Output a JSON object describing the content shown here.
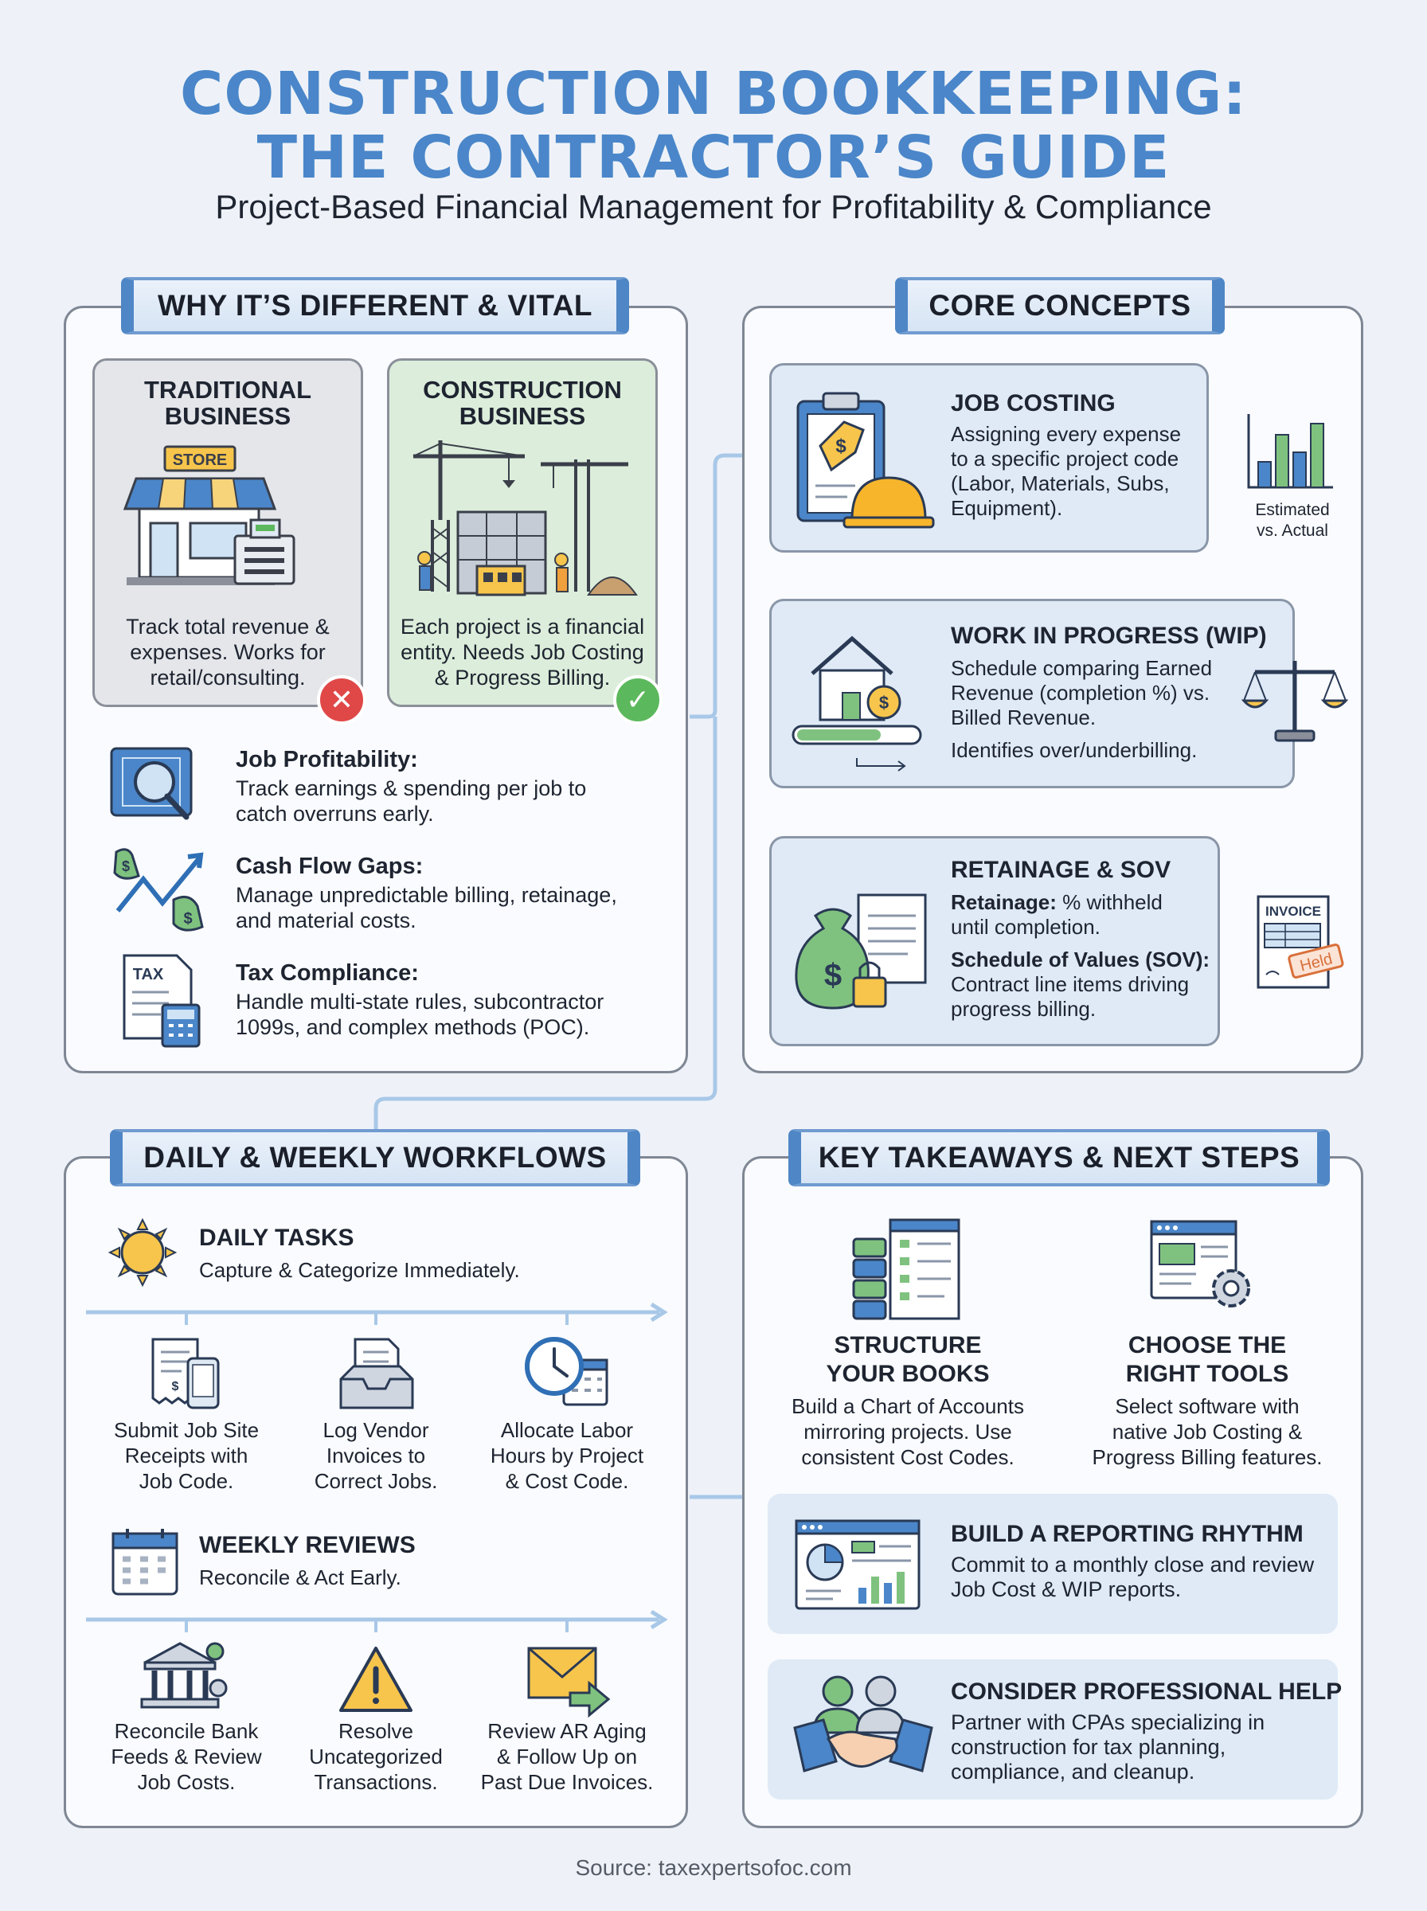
{
  "header": {
    "title_line1": "CONSTRUCTION BOOKKEEPING:",
    "title_line2": "THE CONTRACTOR’S GUIDE",
    "subtitle": "Project-Based Financial Management for Profitability & Compliance"
  },
  "why": {
    "tab": "WHY IT’S DIFFERENT & VITAL",
    "traditional": {
      "title_line1": "TRADITIONAL",
      "title_line2": "BUSINESS",
      "store_sign": "STORE",
      "text_line1": "Track total revenue &",
      "text_line2": "expenses. Works for",
      "text_line3": "retail/consulting.",
      "badge": "✕"
    },
    "construction": {
      "title_line1": "CONSTRUCTION",
      "title_line2": "BUSINESS",
      "text_line1": "Each project is a financial",
      "text_line2": "entity. Needs Job Costing",
      "text_line3": "& Progress Billing.",
      "badge": "✓"
    },
    "items": [
      {
        "title": "Job Profitability:",
        "line1": "Track earnings & spending per job to",
        "line2": "catch overruns early."
      },
      {
        "title": "Cash Flow Gaps:",
        "line1": "Manage unpredictable billing, retainage,",
        "line2": "and material costs."
      },
      {
        "title": "Tax Compliance:",
        "line1": "Handle multi-state rules, subcontractor",
        "line2": "1099s, and complex methods (POC)."
      }
    ],
    "tax_icon_label": "TAX"
  },
  "core": {
    "tab": "CORE CONCEPTS",
    "job_costing": {
      "title": "JOB COSTING",
      "line1": "Assigning every expense",
      "line2": "to a specific project code",
      "line3": "(Labor, Materials, Subs,",
      "line4": "Equipment).",
      "side_line1": "Estimated",
      "side_line2": "vs. Actual"
    },
    "wip": {
      "title": "WORK IN PROGRESS (WIP)",
      "line1": "Schedule comparing Earned",
      "line2": "Revenue (completion %) vs.",
      "line3": "Billed Revenue.",
      "line4": "Identifies over/underbilling.",
      "progress": 0.7
    },
    "retainage": {
      "title": "RETAINAGE & SOV",
      "ret_label": "Retainage:",
      "ret_line1": " % withheld",
      "ret_line2": "until completion.",
      "sov_label": "Schedule of Values (SOV):",
      "sov_line1": "Contract line items driving",
      "sov_line2": "progress billing.",
      "invoice_label": "INVOICE",
      "held_stamp": "Held"
    }
  },
  "workflows": {
    "tab": "DAILY & WEEKLY WORKFLOWS",
    "daily": {
      "title": "DAILY TASKS",
      "text": "Capture & Categorize Immediately.",
      "items": [
        {
          "l1": "Submit Job Site",
          "l2": "Receipts with",
          "l3": "Job Code."
        },
        {
          "l1": "Log Vendor",
          "l2": "Invoices to",
          "l3": "Correct Jobs."
        },
        {
          "l1": "Allocate Labor",
          "l2": "Hours by Project",
          "l3": "& Cost Code."
        }
      ]
    },
    "weekly": {
      "title": "WEEKLY REVIEWS",
      "text": "Reconcile & Act Early.",
      "items": [
        {
          "l1": "Reconcile Bank",
          "l2": "Feeds & Review",
          "l3": "Job Costs."
        },
        {
          "l1": "Resolve",
          "l2": "Uncategorized",
          "l3": "Transactions."
        },
        {
          "l1": "Review AR Aging",
          "l2": "& Follow Up on",
          "l3": "Past Due Invoices."
        }
      ]
    }
  },
  "takeaways": {
    "tab": "KEY TAKEAWAYS & NEXT STEPS",
    "structure": {
      "t1": "STRUCTURE",
      "t2": "YOUR BOOKS",
      "l1": "Build a Chart of Accounts",
      "l2": "mirroring projects. Use",
      "l3": "consistent Cost Codes."
    },
    "tools": {
      "t1": "CHOOSE THE",
      "t2": "RIGHT TOOLS",
      "l1": "Select software with",
      "l2": "native Job Costing &",
      "l3": "Progress Billing features."
    },
    "reporting": {
      "title": "BUILD A REPORTING RHYTHM",
      "l1": "Commit to a monthly close and review",
      "l2": "Job Cost & WIP reports."
    },
    "professional": {
      "title": "CONSIDER PROFESSIONAL HELP",
      "l1": "Partner with CPAs specializing in",
      "l2": "construction for tax planning,",
      "l3": "compliance, and cleanup."
    }
  },
  "footer": {
    "source": "Source: taxexpertsofoc.com"
  },
  "colors": {
    "accent": "#4a86c9",
    "green": "#5cb85c",
    "red": "#e04848",
    "panel_fill": "#dfeaf6"
  }
}
